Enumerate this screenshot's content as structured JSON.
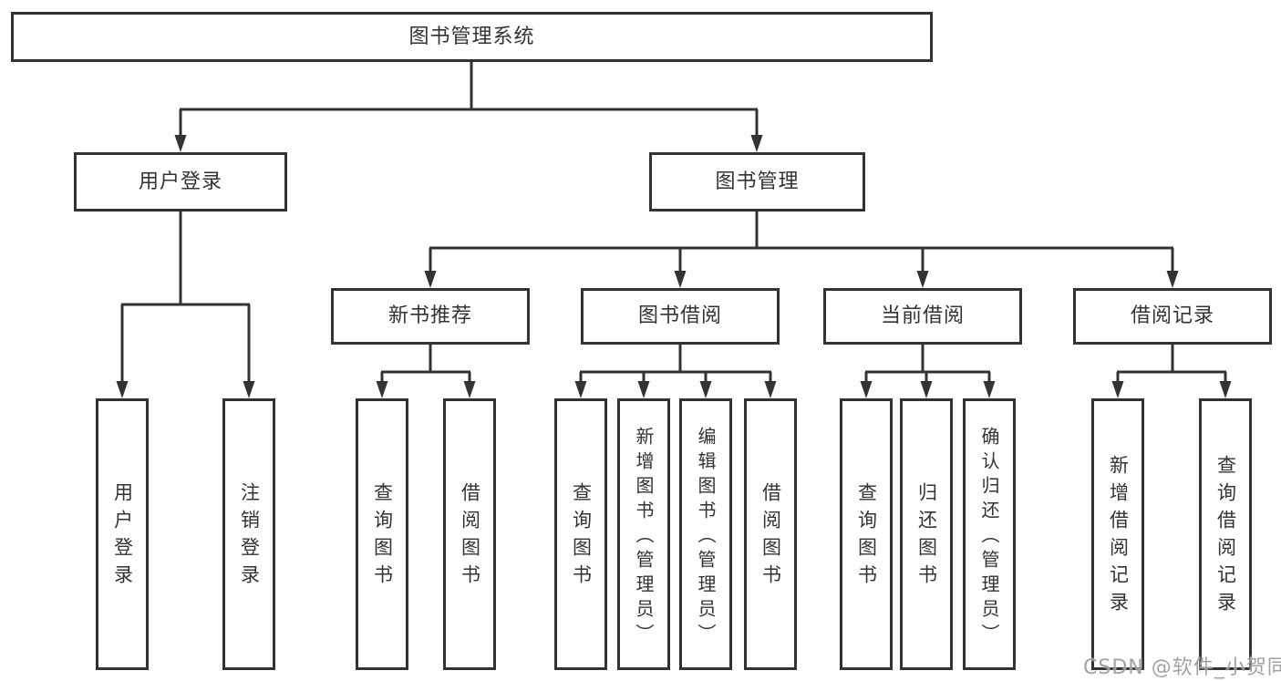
{
  "tree": {
    "root": {
      "label": "图书管理系统"
    },
    "children": [
      {
        "label": "用户登录",
        "children": [
          {
            "label": "用户登录"
          },
          {
            "label": "注销登录"
          }
        ]
      },
      {
        "label": "图书管理",
        "children": [
          {
            "label": "新书推荐",
            "children": [
              {
                "label": "查询图书"
              },
              {
                "label": "借阅图书"
              }
            ]
          },
          {
            "label": "图书借阅",
            "children": [
              {
                "label": "查询图书"
              },
              {
                "label": "新增图书（管理员）"
              },
              {
                "label": "编辑图书（管理员）"
              },
              {
                "label": "借阅图书"
              }
            ]
          },
          {
            "label": "当前借阅",
            "children": [
              {
                "label": "查询图书"
              },
              {
                "label": "归还图书"
              },
              {
                "label": "确认归还（管理员）"
              }
            ]
          },
          {
            "label": "借阅记录",
            "children": [
              {
                "label": "新增借阅记录"
              },
              {
                "label": "查询借阅记录"
              }
            ]
          }
        ]
      }
    ]
  },
  "watermark": "CSDN @软件_小贺同学",
  "colors": {
    "line": "#333333",
    "box_background": "#ffffff",
    "text": "#333333",
    "watermark": "#9a9a9a"
  }
}
